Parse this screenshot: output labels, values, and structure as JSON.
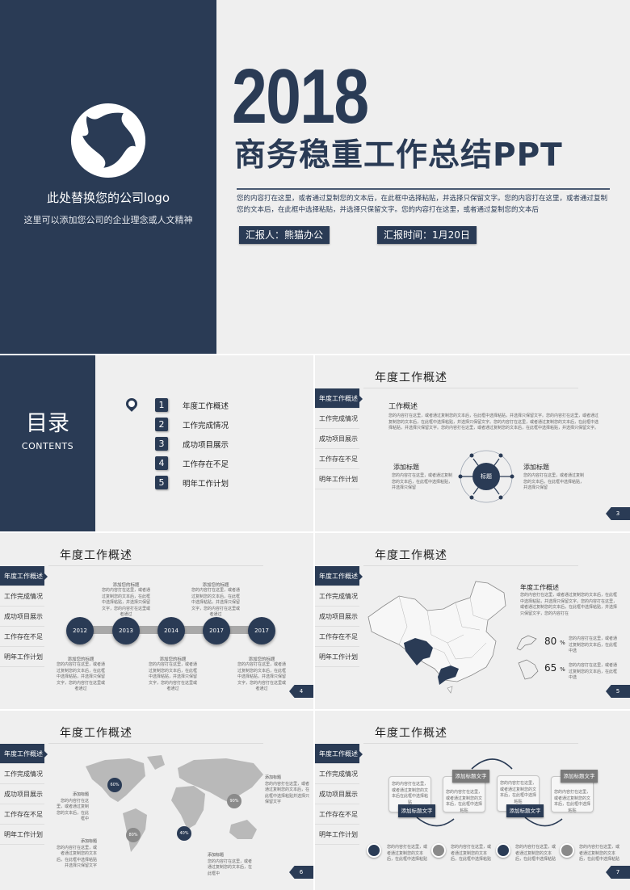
{
  "colors": {
    "navy": "#2a3b55",
    "bg": "#efefef",
    "gray_map": "#b9b9b9",
    "gray_label": "#7a7a7a"
  },
  "cover": {
    "logo_icon": "swirl-logo-icon",
    "logo_title": "此处替换您的公司logo",
    "logo_subtitle": "这里可以添加您公司的企业理念或人文精神",
    "year": "2018",
    "title": "商务稳重工作总结PPT",
    "description": "您的内容打在这里，或者通过复制您的文本后，在此框中选择粘贴，并选择只保留文字。您的内容打在这里，或者通过复制您的文本后，在此框中选择粘贴，并选择只保留文字。您的内容打在这里，或者通过复制您的文本后",
    "reporter": "汇报人：熊猫办公",
    "report_time": "汇报时间：1月20日"
  },
  "toc": {
    "title": "目录",
    "subtitle": "CONTENTS",
    "pin_icon": "map-pin-icon",
    "items": [
      {
        "num": "1",
        "label": "年度工作概述"
      },
      {
        "num": "2",
        "label": "工作完成情况"
      },
      {
        "num": "3",
        "label": "成功项目展示"
      },
      {
        "num": "4",
        "label": "工作存在不足"
      },
      {
        "num": "5",
        "label": "明年工作计划"
      }
    ]
  },
  "sidebar": {
    "items": [
      {
        "label": "年度工作概述",
        "active": true
      },
      {
        "label": "工作完成情况"
      },
      {
        "label": "成功项目展示"
      },
      {
        "label": "工作存在不足"
      },
      {
        "label": "明年工作计划"
      }
    ]
  },
  "slide3": {
    "title": "年度工作概述",
    "heading": "工作概述",
    "paragraph": "您的内容打在这里，或者通过复制您的文本后，在此框中选择粘贴，并选择只保留文字。您的内容打在这里，或者通过复制您的文本后，在此框中选择粘贴，并选择只保留文字。您的内容打在这里，或者通过复制您的文本后，在此框中选择粘贴，并选择只保留文字。您的内容打在这里，或者通过复制您的文本后，在此框中选择粘贴，并选择只保留文字。",
    "center_label": "标题",
    "left": {
      "title": "添加标题",
      "text": "您的内容打在这里，或者通过复制您的文本后，在此框中选择粘贴，并选择只保留"
    },
    "right": {
      "title": "添加标题",
      "text": "您的内容打在这里，或者通过复制您的文本后，在此框中选择粘贴，并选择只保留"
    },
    "page": "3"
  },
  "slide4": {
    "title": "年度工作概述",
    "years": [
      "2012",
      "2013",
      "2014",
      "2017",
      "2017"
    ],
    "entry_title": "添加您的标题",
    "entry_text": "您的内容打在这里，或者通过复制您的文本后，在此框中选择粘贴，并选择只保留文字，您的内容打在这里或者通过",
    "page": "4"
  },
  "slide5": {
    "title": "年度工作概述",
    "heading": "年度工作概述",
    "paragraph": "您的内容打在这里，或者通过复制您的文本后，在此框中选择粘贴，并选择只保留文字。您的内容打在这里，或者通过复制您的文本后，在此框中选择粘贴，并选择只保留文字，您的内容打在",
    "stats": [
      {
        "value": "80",
        "unit": "%",
        "text": "您的内容打在这里，或者通过复制您的文本后，在此框中选"
      },
      {
        "value": "65",
        "unit": "%",
        "text": "您的内容打在这里，或者通过复制您的文本后，在此框中选"
      }
    ],
    "page": "5"
  },
  "slide6": {
    "title": "年度工作概述",
    "markers": [
      {
        "value": "60%",
        "title": "添加标题",
        "text": "您的内容打在这里，或者通过复制您的文本后，在此框中"
      },
      {
        "value": "80%",
        "title": "添加标题",
        "text": "您的内容打在这里，或者通过复制您的文本后，在此框中选择粘贴并选择只保留文字"
      },
      {
        "value": "40%",
        "title": "添加标题",
        "text": "您的内容打在这里，或者通过复制您的文本后，在此框中"
      },
      {
        "value": "90%",
        "title": "添加标题",
        "text": "您的内容打在这里，或者通过复制您的文本后，在此框中选择粘贴并选择只保留文字"
      }
    ],
    "page": "6"
  },
  "slide7": {
    "title": "年度工作概述",
    "steps": [
      {
        "label": "添加标题文字",
        "text": "您的内容打在这里，或者通过复制您的文本后在此框中选择粘贴"
      },
      {
        "label": "添加标题文字",
        "text": "您的内容打在这里，或者通过复制您的文本后，在此框中选择粘贴"
      },
      {
        "label": "添加标题文字",
        "text": "您的内容打在这里，或者通过复制您的文本后，在此框中选择粘贴"
      },
      {
        "label": "添加标题文字",
        "text": "您的内容打在这里，或者通过复制您的文本后，在此框中选择粘贴"
      }
    ],
    "features": [
      {
        "icon": "speech-bubble-icon",
        "text": "您的内容打在这里，或者通过复制您的文本后，在此框中选择粘贴"
      },
      {
        "icon": "chat-bubble-icon",
        "text": "您的内容打在这里，或者通过复制您的文本后，在此框中选择粘贴"
      },
      {
        "icon": "quote-bubble-icon",
        "text": "您的内容打在这里，或者通过复制您的文本后，在此框中选择粘贴"
      },
      {
        "icon": "conversation-icon",
        "text": "您的内容打在这里，或者通过复制您的文本后，在此框中选择粘贴"
      }
    ],
    "page": "7"
  }
}
